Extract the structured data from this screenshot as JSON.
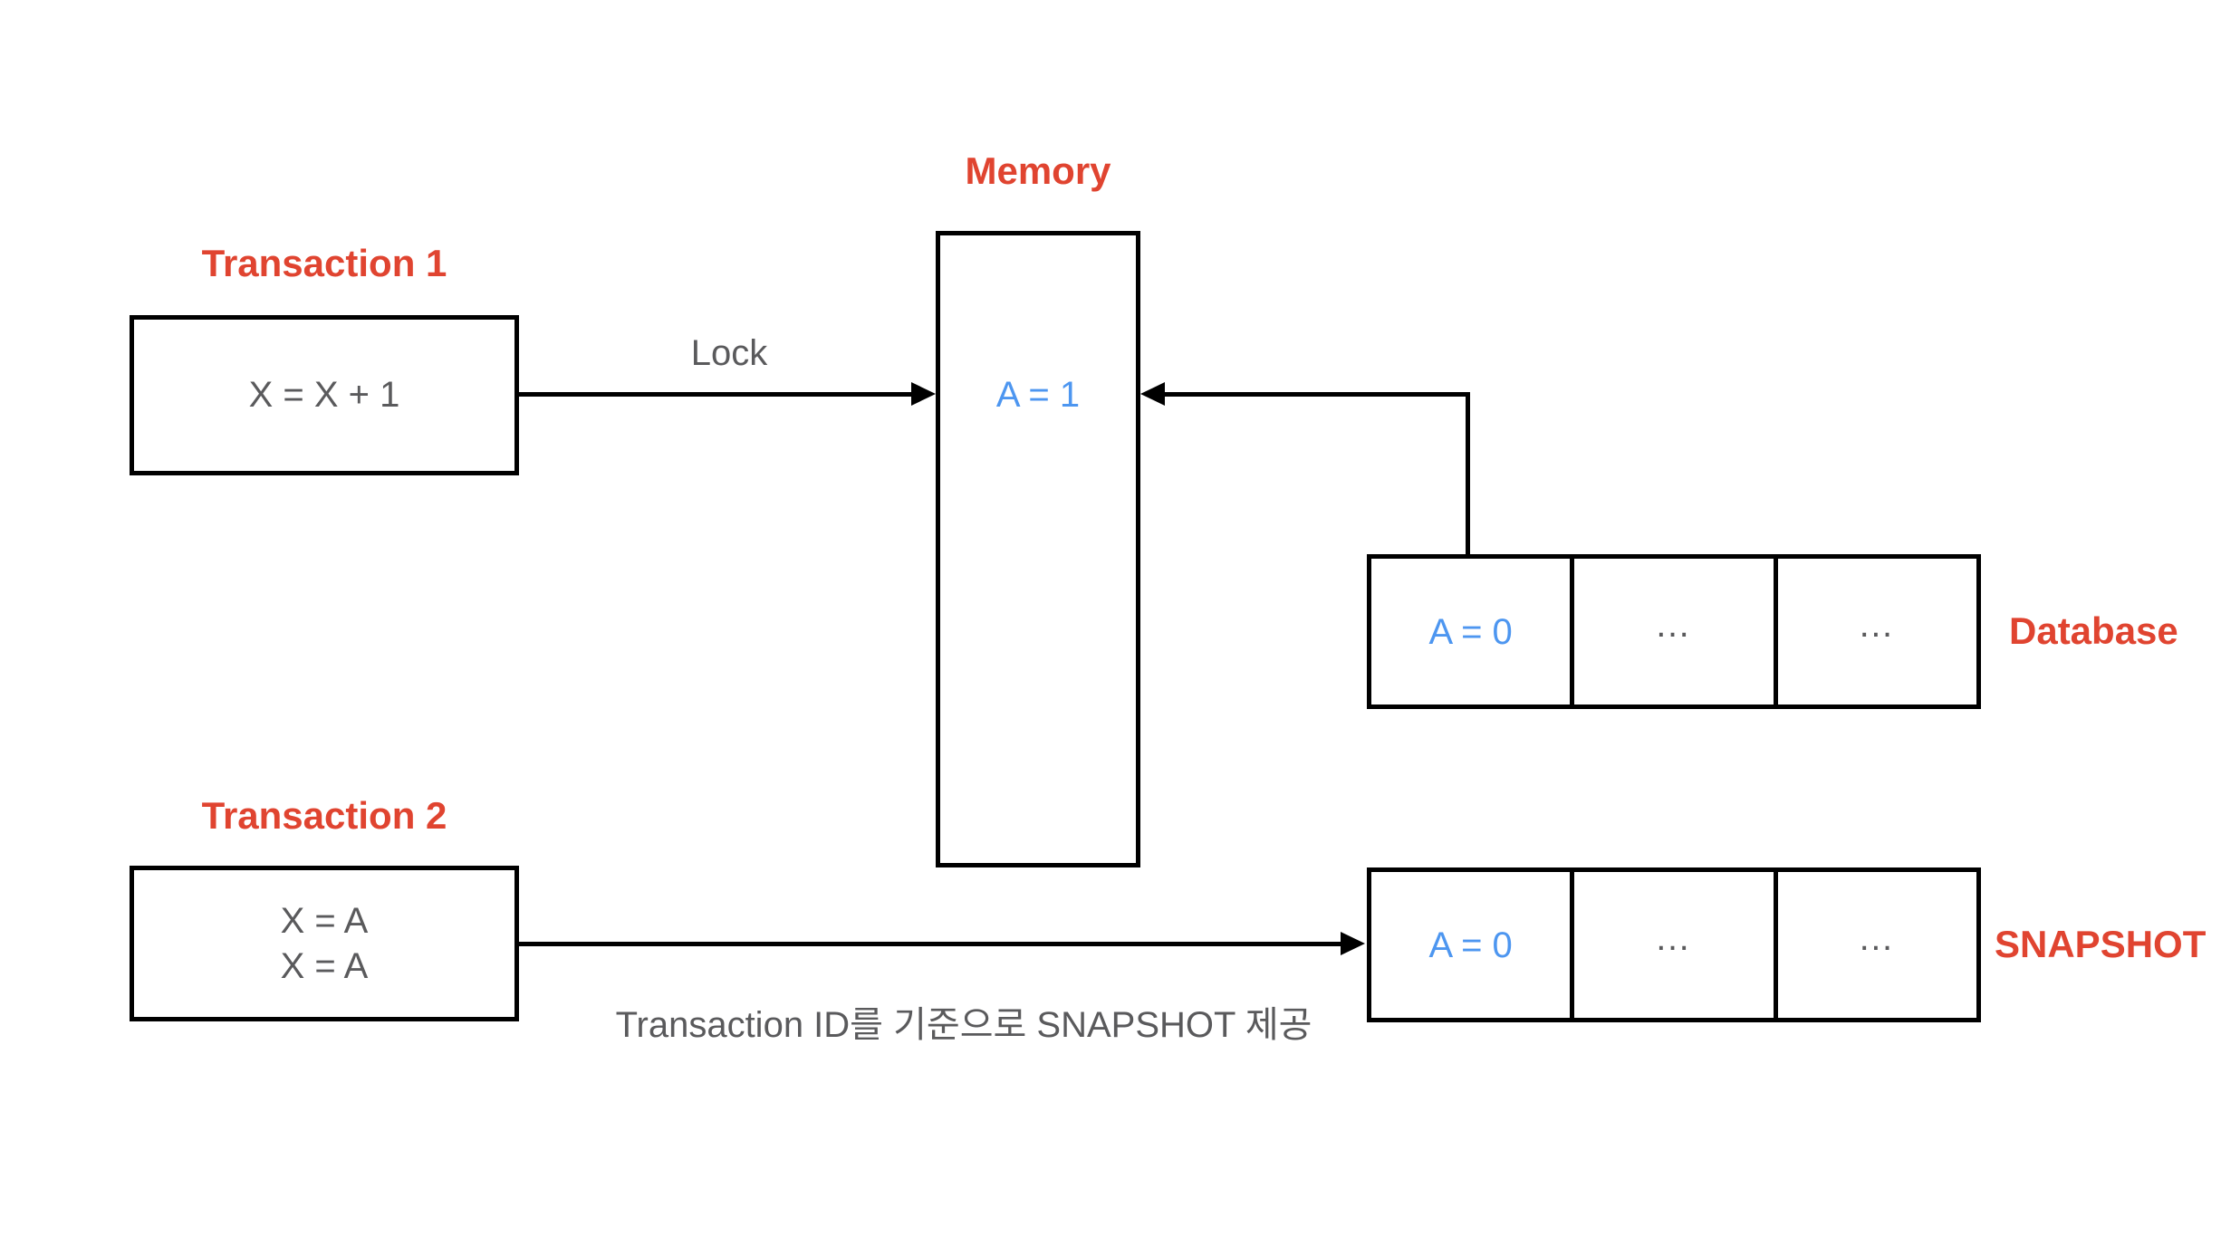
{
  "colors": {
    "red": "#E04430",
    "blue": "#4D96F0",
    "gray": "#5A5A5C",
    "black": "#000000"
  },
  "labels": {
    "memory": "Memory",
    "transaction1": "Transaction 1",
    "transaction2": "Transaction 2",
    "database": "Database",
    "snapshot": "SNAPSHOT",
    "lock": "Lock",
    "snapshot_note": "Transaction ID를 기준으로 SNAPSHOT 제공"
  },
  "nodes": {
    "memory_value": "A = 1",
    "transaction1_code": "X = X + 1",
    "transaction2_code": [
      "X = A",
      "X = A"
    ],
    "database_cells": [
      "A = 0",
      "…",
      "…"
    ],
    "snapshot_cells": [
      "A = 0",
      "…",
      "…"
    ]
  }
}
